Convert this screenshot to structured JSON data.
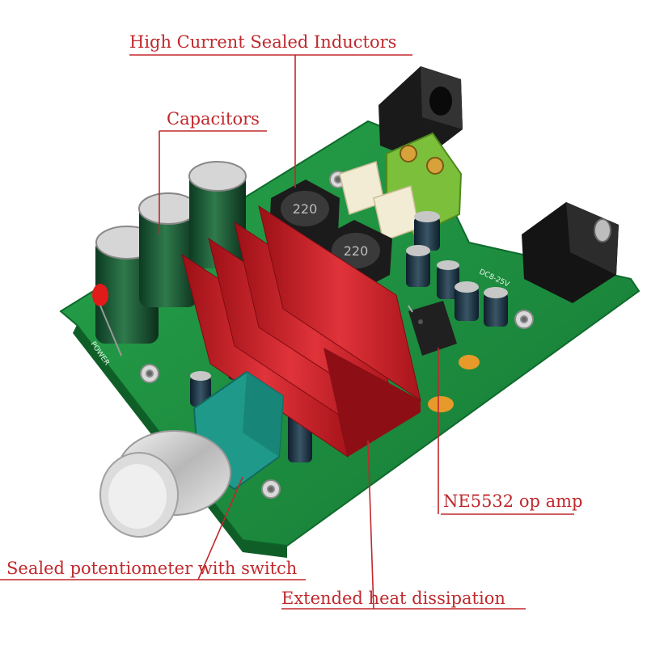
{
  "labels": {
    "inductors": "High Current Sealed Inductors",
    "capacitors": "Capacitors",
    "opamp": "NE5532 op amp",
    "potentiometer": "Sealed potentiometer with switch",
    "heat": "Extended heat dissipation"
  },
  "board": {
    "inductor_marking": "220",
    "silk_power": "POWER",
    "silk_voltage": "DC8-25V"
  },
  "colors": {
    "label_text": "#c0282c",
    "pcb_green": "#1e8f3f",
    "heatsink_red": "#c8232b",
    "background": "#ffffff"
  }
}
